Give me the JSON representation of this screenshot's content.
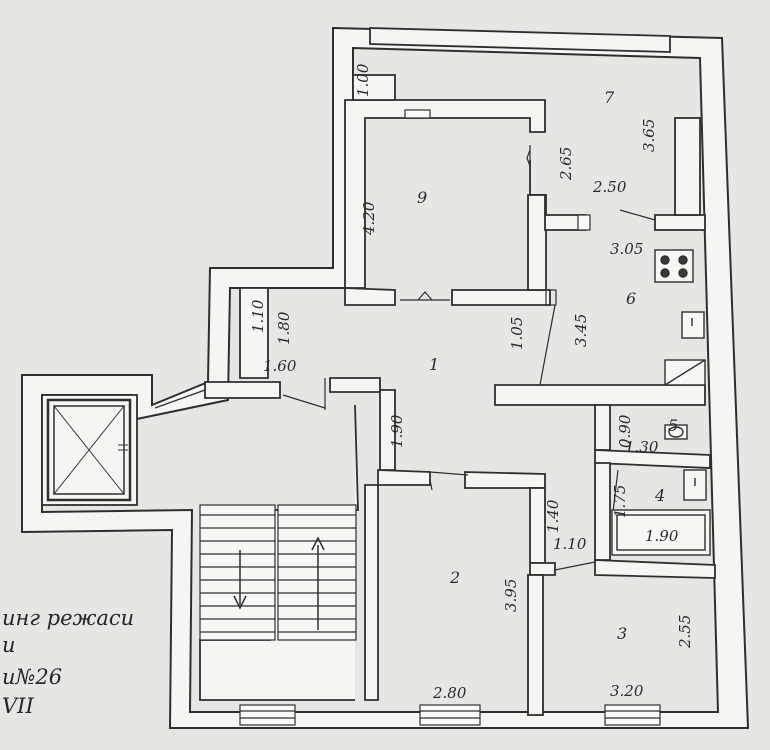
{
  "rooms": {
    "r1": "1",
    "r2": "2",
    "r3": "3",
    "r4": "4",
    "r5": "5",
    "r6": "6",
    "r7": "7",
    "r9": "9"
  },
  "dims": {
    "d_100": "1.00",
    "d_420": "4.20",
    "d_265": "2.65",
    "d_365": "3.65",
    "d_250": "2.50",
    "d_305": "3.05",
    "d_110a": "1.10",
    "d_180": "1.80",
    "d_105": "1.05",
    "d_345": "3.45",
    "d_160": "1.60",
    "d_190a": "1.90",
    "d_090": "0.90",
    "d_130": "1.30",
    "d_140": "1.40",
    "d_175": "1.75",
    "d_110b": "1.10",
    "d_190b": "1.90",
    "d_395": "3.95",
    "d_255": "2.55",
    "d_280": "2.80",
    "d_320": "3.20"
  },
  "caption": {
    "line1": "инг режаси",
    "line2": "и",
    "line3": "u№26",
    "line4": "VII"
  },
  "colors": {
    "paper": "#e6e6e3",
    "ink": "#2b2b2b",
    "wall": "#f4f4f1"
  }
}
